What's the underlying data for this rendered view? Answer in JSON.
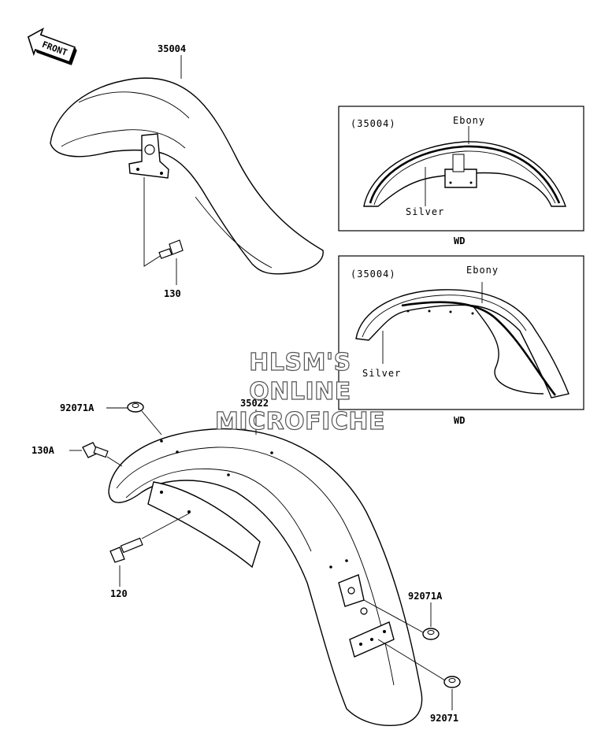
{
  "front_badge": {
    "label": "FRONT",
    "icon": "front-arrow-icon"
  },
  "front_fender": {
    "part_number": "35004",
    "bolt_part_number": "130"
  },
  "inset_top": {
    "part_ref": "(35004)",
    "stripe_outer": "Ebony",
    "stripe_inner": "Silver",
    "caption": "WD"
  },
  "inset_bottom": {
    "part_ref": "(35004)",
    "stripe_outer": "Ebony",
    "stripe_inner": "Silver",
    "caption": "WD"
  },
  "rear_fender": {
    "part_number": "35022",
    "bushing_top": "92071A",
    "bolt_top": "130A",
    "bolt_side": "120",
    "bushing_right": "92071A",
    "bushing_bottom": "92071"
  },
  "watermark": {
    "line1": "HLSM'S",
    "line2": "ONLINE",
    "line3": "MICROFICHE"
  }
}
